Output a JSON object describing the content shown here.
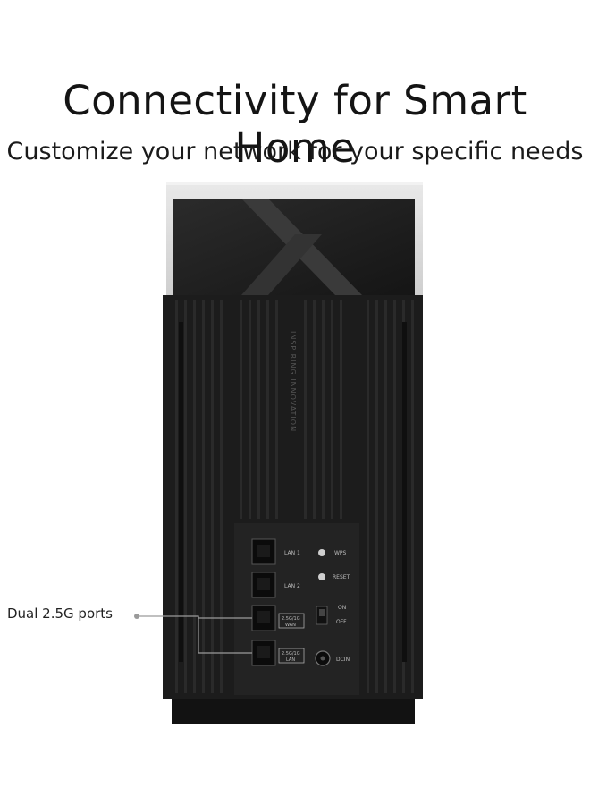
{
  "heading": "Connectivity for Smart Home",
  "subheading": "Customize your network for your specific needs",
  "callout": "Dual 2.5G ports",
  "panel": {
    "brand_text": "INSPIRING INNOVATION",
    "lan1": "LAN 1",
    "lan2": "LAN 2",
    "wps": "WPS",
    "reset": "RESET",
    "on": "ON",
    "off": "OFF",
    "wan_line1": "2.5G/1G",
    "wan_line2": "WAN",
    "lan_line1": "2.5G/1G",
    "lan_line2": "LAN",
    "dcin": "DCIN"
  },
  "colors": {
    "body": "#1c1c1c",
    "top_cap": "#dcdcdc",
    "callout_line": "#9a9a9a"
  }
}
